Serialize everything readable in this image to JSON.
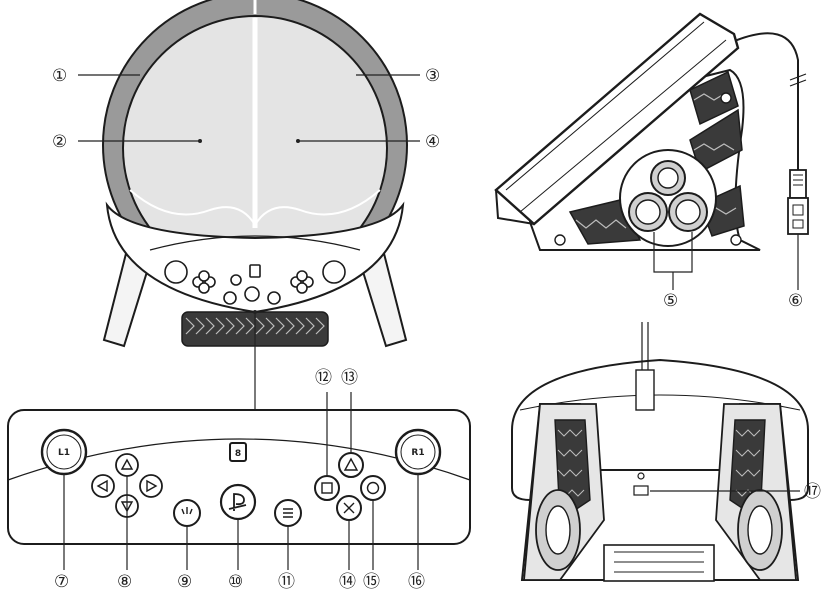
{
  "callouts": {
    "c1": "①",
    "c2": "②",
    "c3": "③",
    "c4": "④",
    "c5": "⑤",
    "c6": "⑥",
    "c7": "⑦",
    "c8": "⑧",
    "c9": "⑨",
    "c10": "⑩",
    "c11": "⑪",
    "c12": "⑫",
    "c13": "⑬",
    "c14": "⑭",
    "c15": "⑮",
    "c16": "⑯",
    "c17": "⑰"
  },
  "buttons": {
    "l1": "L1",
    "r1": "R1",
    "center_indicator": "8"
  },
  "colors": {
    "rim": "#9a9a9a",
    "pad": "#e4e4e4",
    "outline": "#1c1c1c",
    "background": "#ffffff"
  },
  "icons": {
    "triangle": "triangle-icon",
    "square": "square-icon",
    "circle": "circle-icon",
    "cross": "cross-icon",
    "dpad_up": "dpad-up-icon",
    "dpad_down": "dpad-down-icon",
    "dpad_left": "dpad-left-icon",
    "dpad_right": "dpad-right-icon",
    "ps": "ps-logo-icon",
    "options": "options-icon",
    "share": "share-icon",
    "usb": "usb-plug-icon",
    "screw": "screw-icon"
  }
}
